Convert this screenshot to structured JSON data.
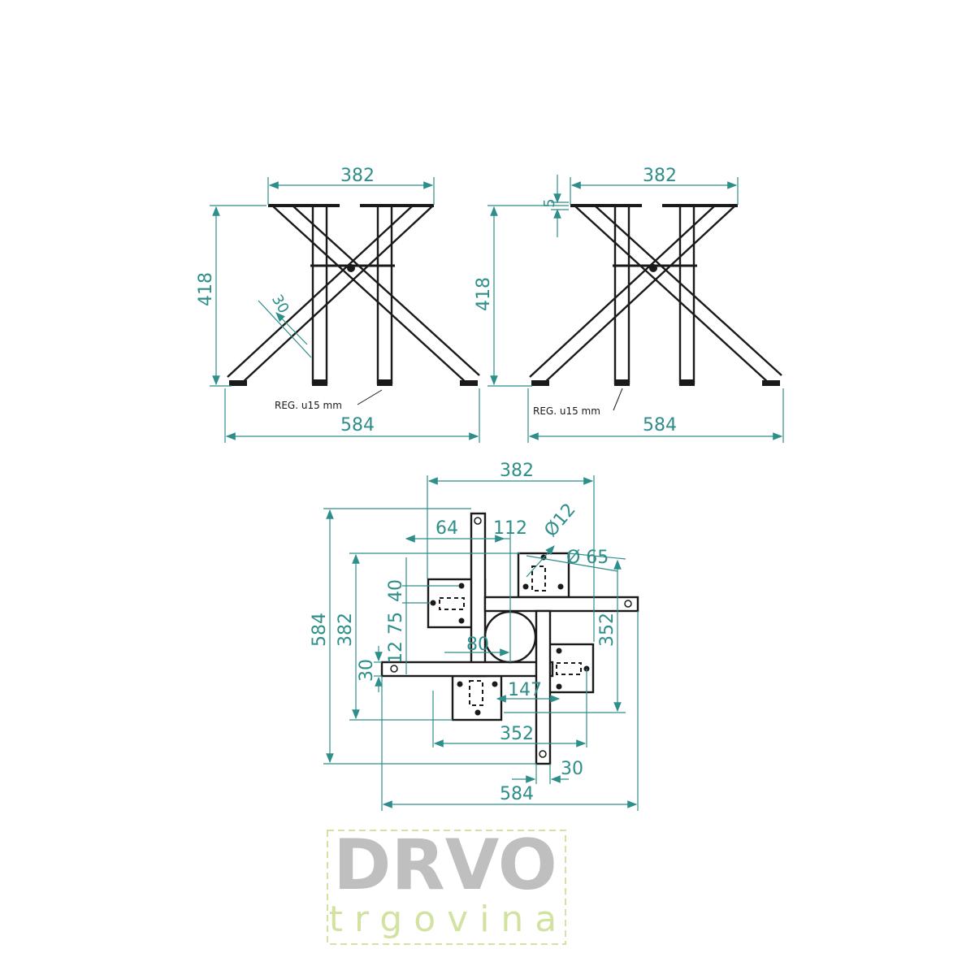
{
  "side_view_left": {
    "width_top": "382",
    "height": "418",
    "tube": "30",
    "reg_note": "REG. u15 mm",
    "width_base": "584"
  },
  "side_view_right": {
    "width_top": "382",
    "plate": "5",
    "height": "418",
    "reg_note": "REG. u15 mm",
    "width_base": "584"
  },
  "plan_view": {
    "top_width": "382",
    "dia_hole": "Ø12",
    "dia_circle": "Ø 65",
    "d64": "64",
    "d112": "112",
    "d40": "40",
    "d75": "75",
    "d12": "12",
    "d30_left": "30",
    "d80": "80",
    "d147": "147",
    "d352_right": "352",
    "d352_bottom": "352",
    "d584_left": "584",
    "d382_left": "382",
    "d30_bottom": "30",
    "d584_bottom": "584"
  },
  "watermark": {
    "brand": "DRVO",
    "sub": "trgovina"
  },
  "colors": {
    "dimension": "#2e8e8a",
    "lines": "#1a1a1a"
  }
}
